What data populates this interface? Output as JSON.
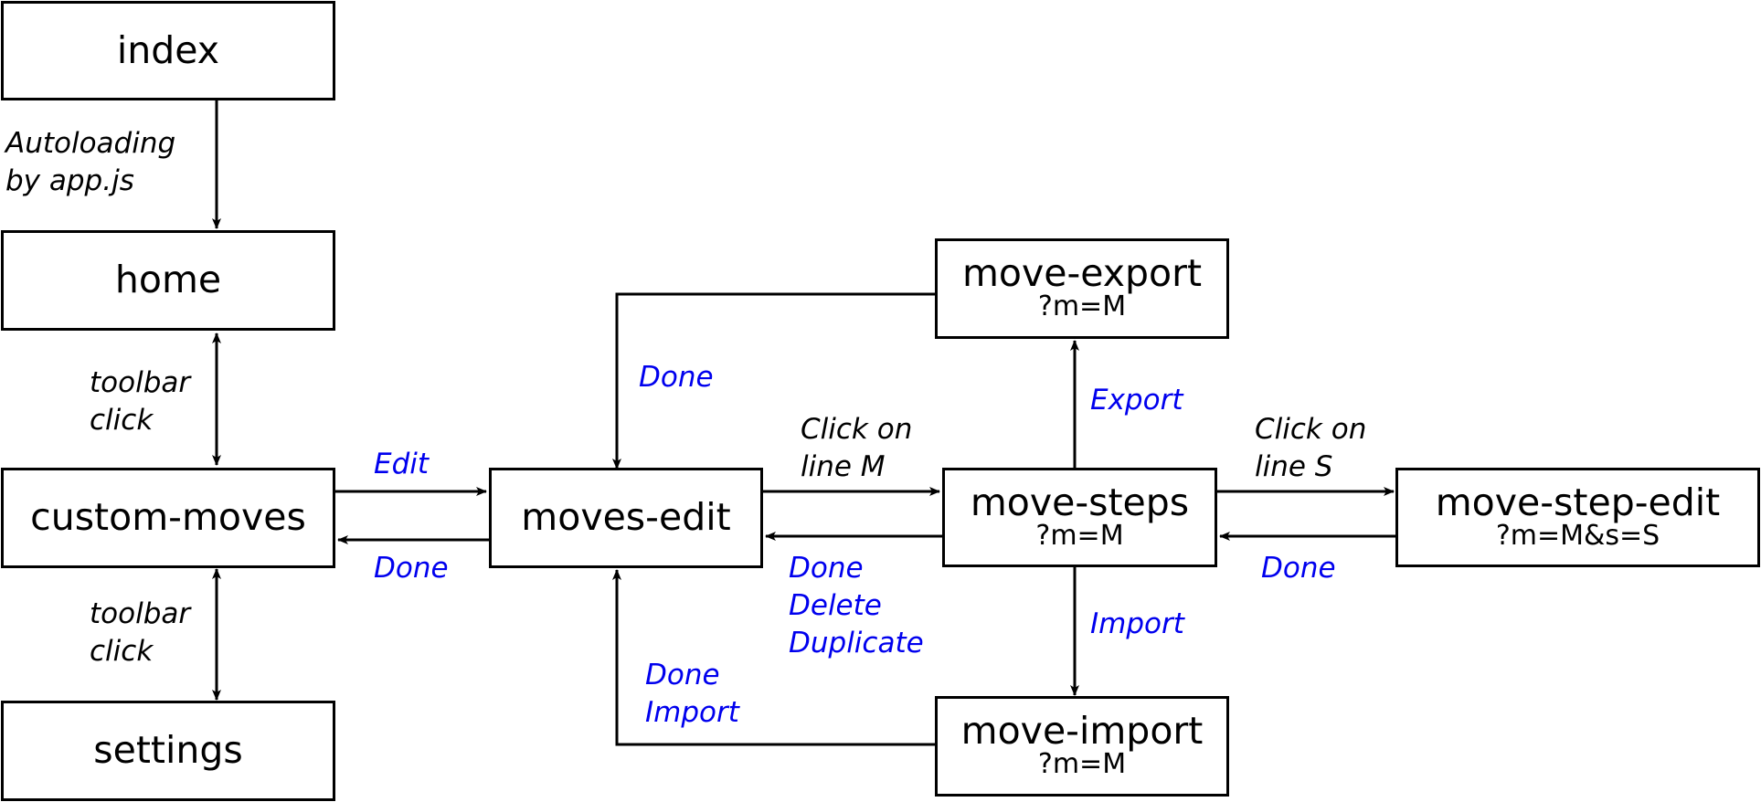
{
  "nodes": {
    "index": {
      "title": "index"
    },
    "home": {
      "title": "home"
    },
    "custom_moves": {
      "title": "custom-moves"
    },
    "settings": {
      "title": "settings"
    },
    "moves_edit": {
      "title": "moves-edit"
    },
    "move_export": {
      "title": "move-export",
      "param": "?m=M"
    },
    "move_steps": {
      "title": "move-steps",
      "param": "?m=M"
    },
    "move_step_edit": {
      "title": "move-step-edit",
      "param": "?m=M&s=S"
    },
    "move_import": {
      "title": "move-import",
      "param": "?m=M"
    }
  },
  "edges": {
    "index_to_home": "Autoloading\nby app.js",
    "home_custom_moves": "toolbar\nclick",
    "custom_moves_settings": "toolbar\nclick",
    "custom_to_moves_edit": "Edit",
    "moves_edit_to_custom": "Done",
    "moves_edit_to_steps": "Click on\nline M",
    "steps_to_moves_edit": "Done\nDelete\nDuplicate",
    "export_to_moves_edit": "Done",
    "import_to_moves_edit": "Done\nImport",
    "steps_to_export": "Export",
    "steps_to_import": "Import",
    "steps_to_step_edit": "Click on\nline S",
    "step_edit_to_steps": "Done"
  },
  "colors": {
    "action": "#0000ee",
    "event": "#000000",
    "line": "#000000"
  }
}
